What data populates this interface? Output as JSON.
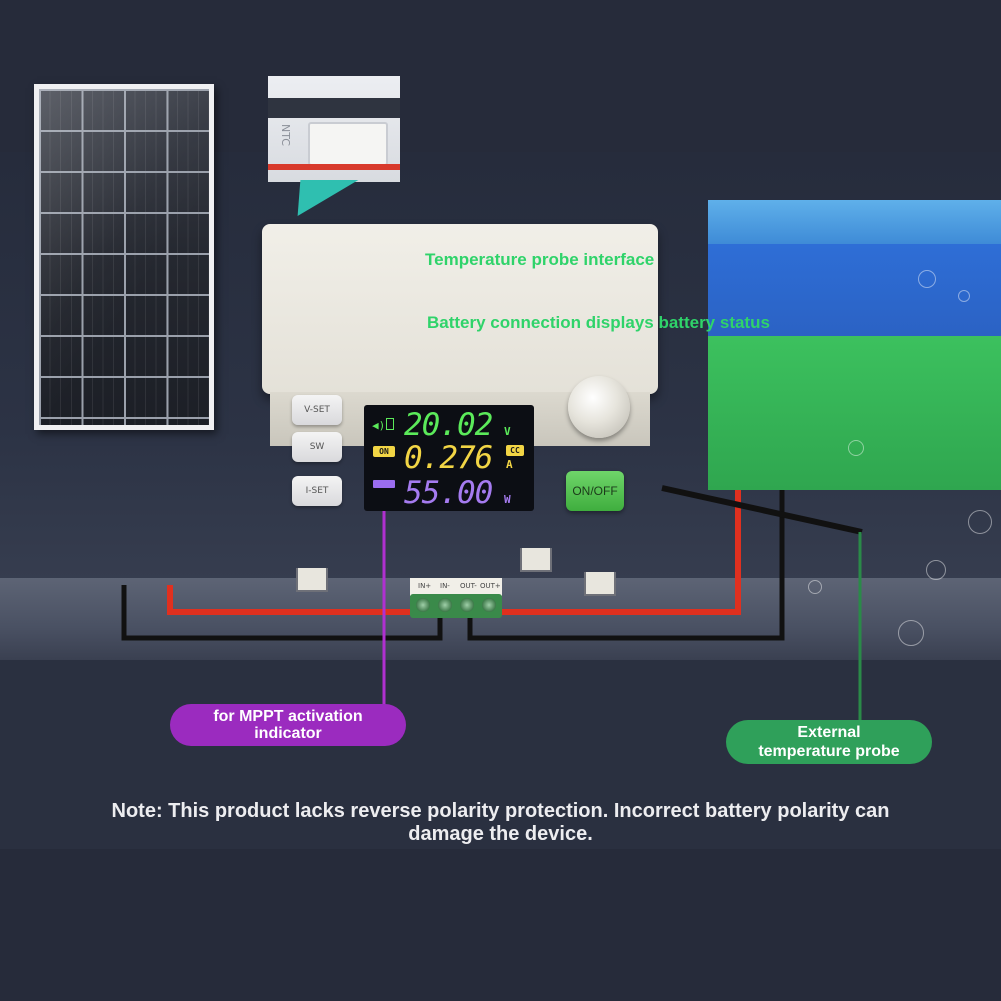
{
  "device": {
    "buttons": {
      "v_set": "V-SET",
      "sw": "SW",
      "i_set": "I-SET",
      "on_off": "ON/OFF"
    },
    "display": {
      "voltage": "20.02",
      "voltage_unit": "V",
      "current": "0.276",
      "current_unit": "A",
      "power": "55.00",
      "power_unit": "W",
      "status_on": "ON",
      "mode_cc": "CC"
    },
    "terminals": [
      "IN+",
      "IN-",
      "OUT-",
      "OUT+"
    ],
    "probe_port_label": "NTC"
  },
  "callouts": {
    "temperature_probe_interface": "Temperature probe interface",
    "battery_connection": "Battery connection displays battery status",
    "mppt_line1": "for MPPT activation",
    "mppt_line2": "indicator",
    "external_probe_line1": "External",
    "external_probe_line2": "temperature probe"
  },
  "note": {
    "line1": "Note: This product lacks reverse polarity protection. Incorrect battery polarity can",
    "line2": "damage the device."
  },
  "colors": {
    "background": "#262b3a",
    "callout_green": "#2fd36a",
    "callout_purple": "#9b2bbf",
    "pill_green": "#2fa05a",
    "lcd_voltage": "#5bea5a",
    "lcd_current": "#f2d545",
    "lcd_power": "#a57bf0",
    "wire_red": "#e0301f",
    "battery_blue": "#2e6ed6",
    "battery_green": "#3cc15e"
  }
}
